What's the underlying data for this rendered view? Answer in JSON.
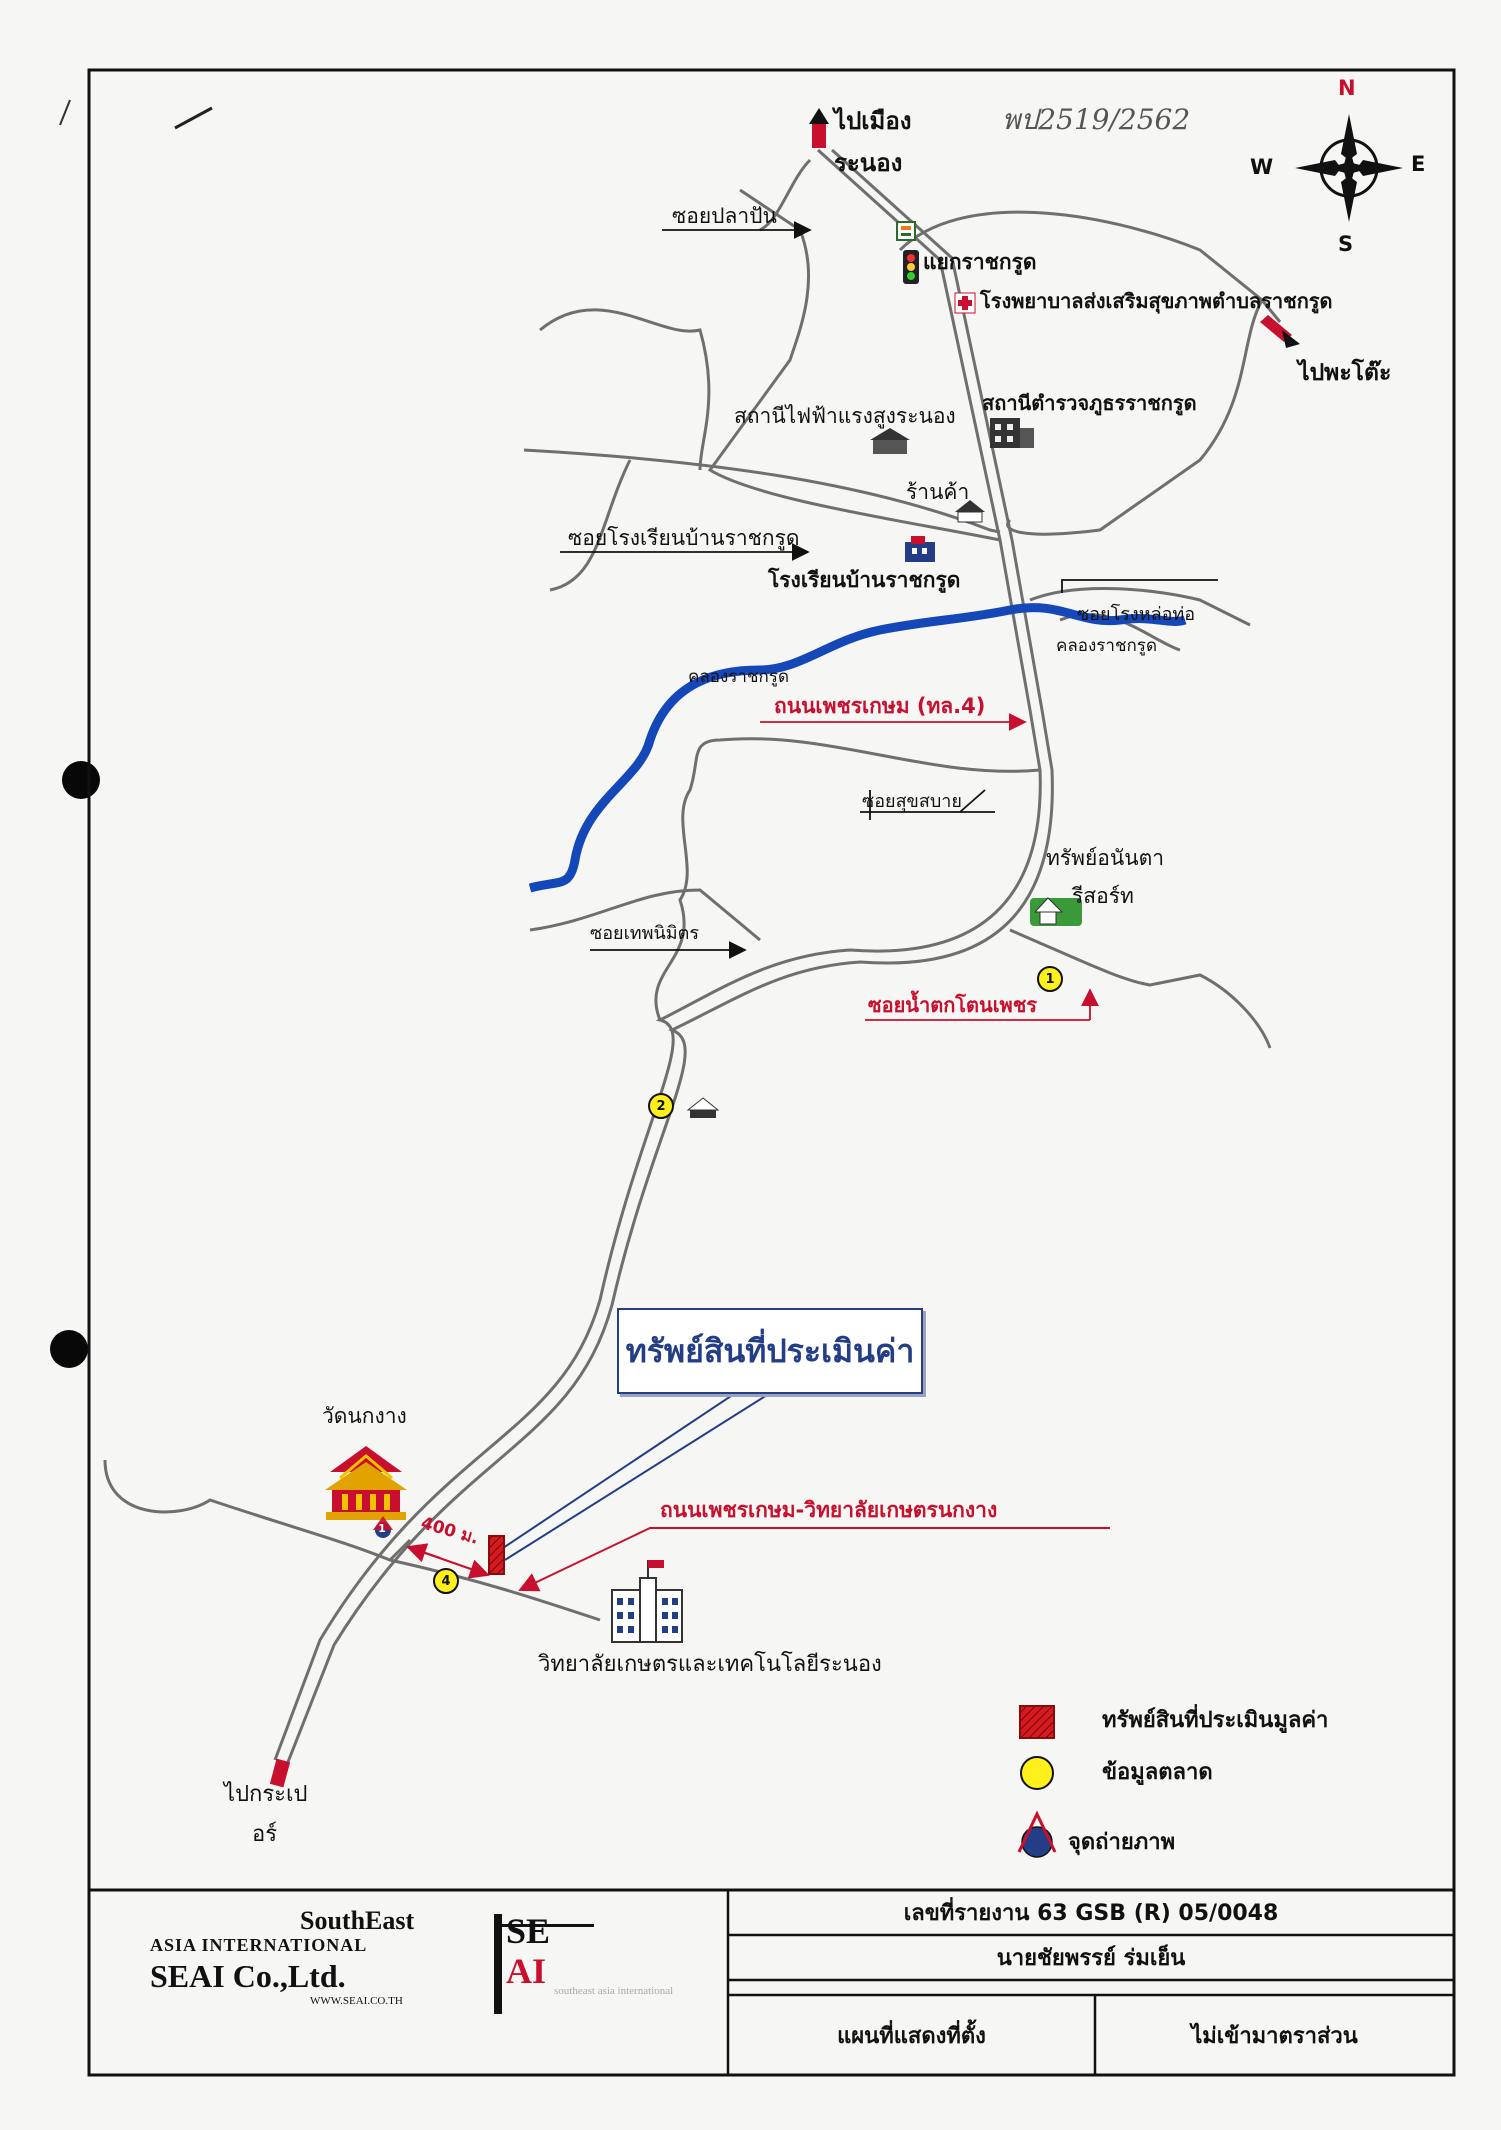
{
  "handwritten_note": "พป2519/2562",
  "compass": {
    "n": "N",
    "e": "E",
    "s": "S",
    "w": "W"
  },
  "labels": {
    "to_ranong": "ไปเมือง",
    "to_ranong_2": "ระนอง",
    "soi_pla_pan": "ซอยปลาปัน",
    "yaek_ratchakrut": "แยกราชกรูด",
    "hospital": "โรงพยาบาลส่งเสริมสุขภาพตำบลราชกรูด",
    "to_phato": "ไปพะโต๊ะ",
    "power_station": "สถานีไฟฟ้าแรงสูงระนอง",
    "police_station": "สถานีตำรวจภูธรราชกรูด",
    "shop": "ร้านค้า",
    "soi_school": "ซอยโรงเรียนบ้านราชกรูด",
    "school": "โรงเรียนบ้านราชกรูด",
    "soi_foundry": "ซอยโรงหล่อท่อ",
    "canal_east": "คลองราชกรูด",
    "canal_west": "คลองราชกรูด",
    "phetkasem_road": "ถนนเพชรเกษม (ทล.4)",
    "soi_suk_sabai": "ซอยสุขสบาย",
    "resort_1": "ทรัพย์อนันตา",
    "resort_2": "รีสอร์ท",
    "soi_thep_nimit": "ซอยเทพนิมิตร",
    "soi_waterfall": "ซอยน้ำตกโตนเพชร",
    "wat": "วัดนกงาง",
    "distance": "400 ม.",
    "college_road": "ถนนเพชรเกษม-วิทยาลัยเกษตรนกงาง",
    "college": "วิทยาลัยเกษตรและเทคโนโลยีระนอง",
    "to_kraburi": "ไปกระเป",
    "to_kraburi_2": "อร์",
    "callout": "ทรัพย์สินที่ประเมินค่า"
  },
  "markers": {
    "m1": "1",
    "m2": "2",
    "m3": "1",
    "m4": "4"
  },
  "legend": {
    "property": "ทรัพย์สินที่ประเมินมูลค่า",
    "market": "ข้อมูลตลาด",
    "photo": "จุดถ่ายภาพ"
  },
  "colors": {
    "road": "#7a7a7a",
    "river": "#1447b8",
    "accent": "#c8102e",
    "callout": "#233e86",
    "marker": "#ffef1a"
  },
  "title_block": {
    "company_line1": "SouthEast",
    "company_line2": "ASIA INTERNATIONAL",
    "company_line3": "SEAI Co.,Ltd.",
    "website": "WWW.SEAI.CO.TH",
    "logo_se": "SE",
    "logo_ai": "AI",
    "logo_small": "southeast asia international",
    "report_no": "เลขที่รายงาน  63 GSB (R) 05/0048",
    "client": "นายชัยพรรย์ ร่มเย็น",
    "map_title": "แผนที่แสดงที่ตั้ง",
    "scale": "ไม่เข้ามาตราส่วน"
  }
}
